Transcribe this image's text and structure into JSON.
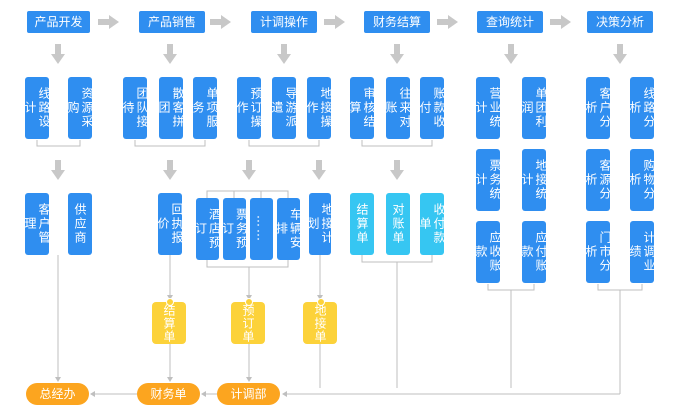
{
  "headers": [
    "产品开发",
    "产品销售",
    "计调操作",
    "财务结算",
    "查询统计",
    "决策分析"
  ],
  "dev": {
    "route_design": "线路设计",
    "resource_purchase": "资源采购",
    "customer_mgmt": "客户管理",
    "supplier": "供应商"
  },
  "sales": {
    "group_receive": "团队接待",
    "individual": "散客拼团",
    "single_service": "单项服务",
    "receipt_report": "回执报价"
  },
  "ops": {
    "booking": "预订操作",
    "guide_dispatch": "导游派遣",
    "ground_op": "地接操作",
    "hotel_booking": "酒店预订",
    "ticket_booking": "票务预订",
    "more": "……",
    "vehicle": "车辆安排",
    "ground_plan": "地接计划"
  },
  "finance": {
    "audit": "审核结算",
    "reconcile": "往来对账",
    "collect": "账款收付",
    "settle_bill": "结算单",
    "reconcile_bill": "对账单",
    "payment_bill": "收付款单"
  },
  "stats": {
    "revenue": "营业统计",
    "group_profit": "单团利润",
    "ticket_stats": "票务统计",
    "ground_stats": "地接统计",
    "receivable": "应收账款",
    "payable": "应付账款"
  },
  "decision": {
    "customer": "客户分析",
    "route": "线路分析",
    "source": "客源分析",
    "shopping": "购物分析",
    "store": "门市分析",
    "ops_perf": "计调业绩"
  },
  "docs": {
    "settle": "结算单",
    "booking": "预订单",
    "ground": "地接单"
  },
  "depts": {
    "gm": "总经办",
    "finance": "财务单",
    "ops": "计调部"
  },
  "colors": {
    "blue": "#2f8ef0",
    "cyan": "#36c6f2",
    "yellow": "#fcd23a",
    "orange": "#fca51f",
    "arrow": "#c8c8c8",
    "line": "#bfbfbf"
  }
}
